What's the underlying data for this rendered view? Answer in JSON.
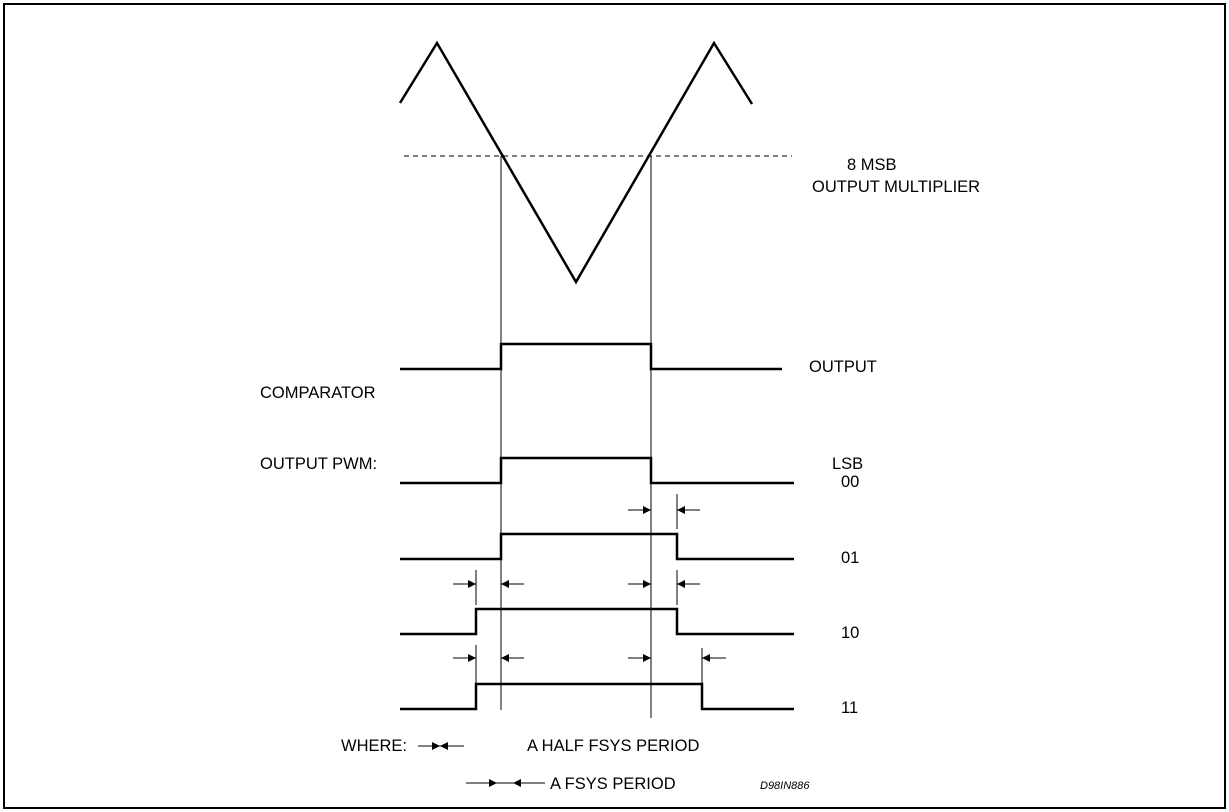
{
  "labels": {
    "threshold_line1": "8 MSB",
    "threshold_line2": "OUTPUT MULTIPLIER",
    "output": "OUTPUT",
    "comparator": "COMPARATOR",
    "output_pwm": "OUTPUT PWM:",
    "lsb": "LSB",
    "where": "WHERE:",
    "half_fsys_period": "A HALF FSYS PERIOD",
    "fsys_period": "A FSYS PERIOD",
    "figure_code": "D98IN886"
  },
  "pwm_rows": [
    {
      "code": "00",
      "extend_start_half_periods": 0,
      "extend_end_half_periods": 0
    },
    {
      "code": "01",
      "extend_start_half_periods": 0,
      "extend_end_half_periods": 1
    },
    {
      "code": "10",
      "extend_start_half_periods": 1,
      "extend_end_half_periods": 1
    },
    {
      "code": "11",
      "extend_start_half_periods": 1,
      "extend_end_half_periods": 2
    }
  ]
}
